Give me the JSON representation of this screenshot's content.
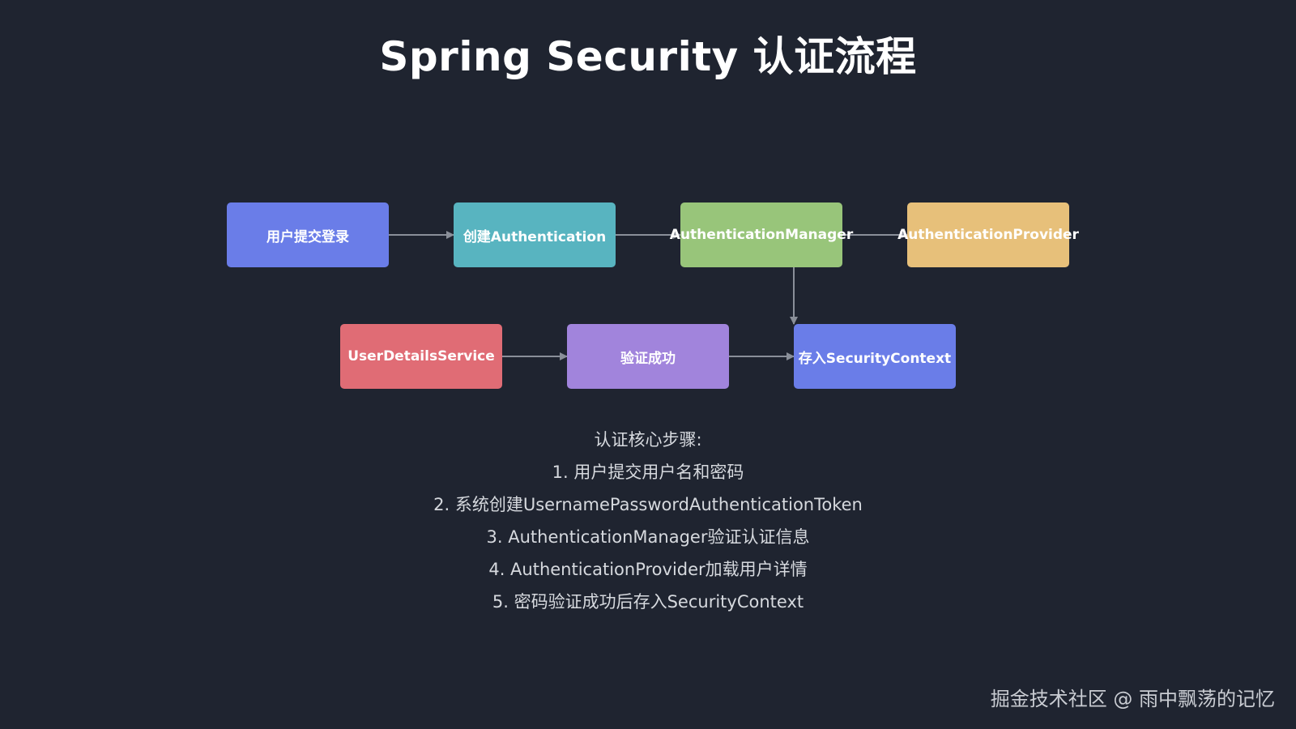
{
  "title": "Spring Security 认证流程",
  "nodes": {
    "user_login": {
      "label": "用户提交登录",
      "color": "#6a7de8"
    },
    "create_auth": {
      "label": "创建Authentication",
      "color": "#58b4c0"
    },
    "auth_manager": {
      "label": "AuthenticationManager",
      "color": "#98c57a"
    },
    "auth_provider": {
      "label": "AuthenticationProvider",
      "color": "#e7c07a"
    },
    "user_details": {
      "label": "UserDetailsService",
      "color": "#e06c75"
    },
    "verify_ok": {
      "label": "验证成功",
      "color": "#a184dc"
    },
    "security_context": {
      "label": "存入SecurityContext",
      "color": "#6a7de8"
    }
  },
  "steps": {
    "heading": "认证核心步骤:",
    "items": [
      "1. 用户提交用户名和密码",
      "2. 系统创建UsernamePasswordAuthenticationToken",
      "3. AuthenticationManager验证认证信息",
      "4. AuthenticationProvider加载用户详情",
      "5. 密码验证成功后存入SecurityContext"
    ]
  },
  "watermark": "掘金技术社区 @ 雨中飘荡的记忆",
  "colors": {
    "background": "#1f2430",
    "arrow": "#8a8f99",
    "text": "#ffffff",
    "steps_text": "#d6d9de"
  }
}
